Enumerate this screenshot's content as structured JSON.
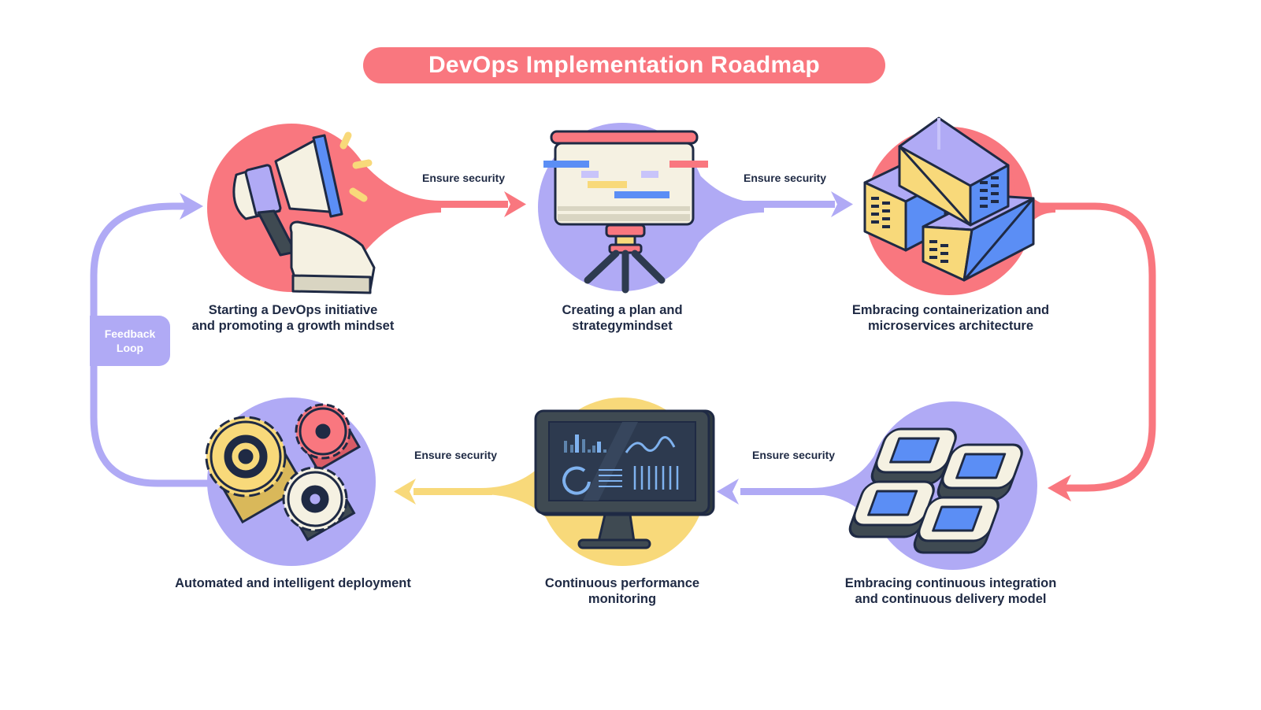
{
  "title": "DevOps Implementation Roadmap",
  "colors": {
    "coral": "#f9777f",
    "lavender": "#b0aaf5",
    "yellow": "#f8d97a",
    "blue": "#5b8ef5",
    "navy": "#1f2a44",
    "cream": "#f5f1e2",
    "slate": "#3f4a52"
  },
  "feedback_loop": {
    "line1": "Feedback",
    "line2": "Loop"
  },
  "connectors": [
    {
      "label": "Ensure security",
      "from": 1,
      "to": 2,
      "color": "coral"
    },
    {
      "label": "Ensure security",
      "from": 2,
      "to": 3,
      "color": "lavender"
    },
    {
      "label": "Ensure security",
      "from": 4,
      "to": 5,
      "color": "lavender"
    },
    {
      "label": "Ensure security",
      "from": 5,
      "to": 6,
      "color": "yellow"
    }
  ],
  "steps": [
    {
      "id": 1,
      "icon": "megaphone-click-icon",
      "color": "coral",
      "line1": "Starting a DevOps initiative",
      "line2": "and promoting a growth mindset"
    },
    {
      "id": 2,
      "icon": "presentation-board-icon",
      "color": "lavender",
      "line1": "Creating a plan and",
      "line2": "strategymindset"
    },
    {
      "id": 3,
      "icon": "containers-icon",
      "color": "coral",
      "line1": "Embracing containerization and",
      "line2": "microservices architecture"
    },
    {
      "id": 4,
      "icon": "ci-cd-modules-icon",
      "color": "lavender",
      "line1": "Embracing continuous integration",
      "line2": "and continuous delivery model"
    },
    {
      "id": 5,
      "icon": "monitor-dashboard-icon",
      "color": "yellow",
      "line1": "Continuous performance",
      "line2": "monitoring"
    },
    {
      "id": 6,
      "icon": "gears-icon",
      "color": "lavender",
      "line1": "Automated and intelligent deployment",
      "line2": ""
    }
  ]
}
